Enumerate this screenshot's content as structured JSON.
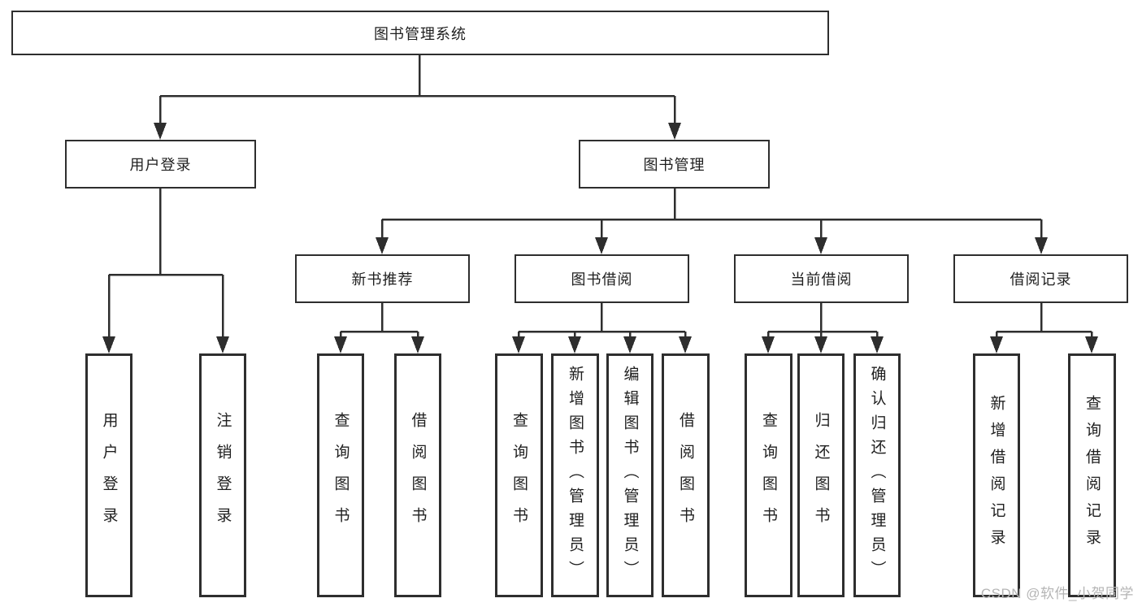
{
  "diagram": {
    "root": {
      "label": "图书管理系统"
    },
    "level2": [
      {
        "id": "user-login",
        "label": "用户登录"
      },
      {
        "id": "book-management",
        "label": "图书管理"
      }
    ],
    "level3": [
      {
        "id": "new-book-recommend",
        "label": "新书推荐"
      },
      {
        "id": "book-borrow",
        "label": "图书借阅"
      },
      {
        "id": "current-borrow",
        "label": "当前借阅"
      },
      {
        "id": "borrow-records",
        "label": "借阅记录"
      }
    ],
    "leaves": {
      "user_login": [
        {
          "label": "用户登录"
        },
        {
          "label": "注销登录"
        }
      ],
      "new_book": [
        {
          "label": "查询图书"
        },
        {
          "label": "借阅图书"
        }
      ],
      "book_borrow": [
        {
          "label": "查询图书"
        },
        {
          "label": "新增图书（管理员）"
        },
        {
          "label": "编辑图书（管理员）"
        },
        {
          "label": "借阅图书"
        }
      ],
      "current_borrow": [
        {
          "label": "查询图书"
        },
        {
          "label": "归还图书"
        },
        {
          "label": "确认归还（管理员）"
        }
      ],
      "borrow_records": [
        {
          "label": "新增借阅记录"
        },
        {
          "label": "查询借阅记录"
        }
      ]
    }
  },
  "watermark": "CSDN @软件_小贺同学",
  "colors": {
    "line": "#2e2e2e",
    "box_border": "#2e2e2e",
    "box_fill": "#ffffff",
    "background": "#ffffff",
    "watermark_text": "#b5b5b5"
  }
}
